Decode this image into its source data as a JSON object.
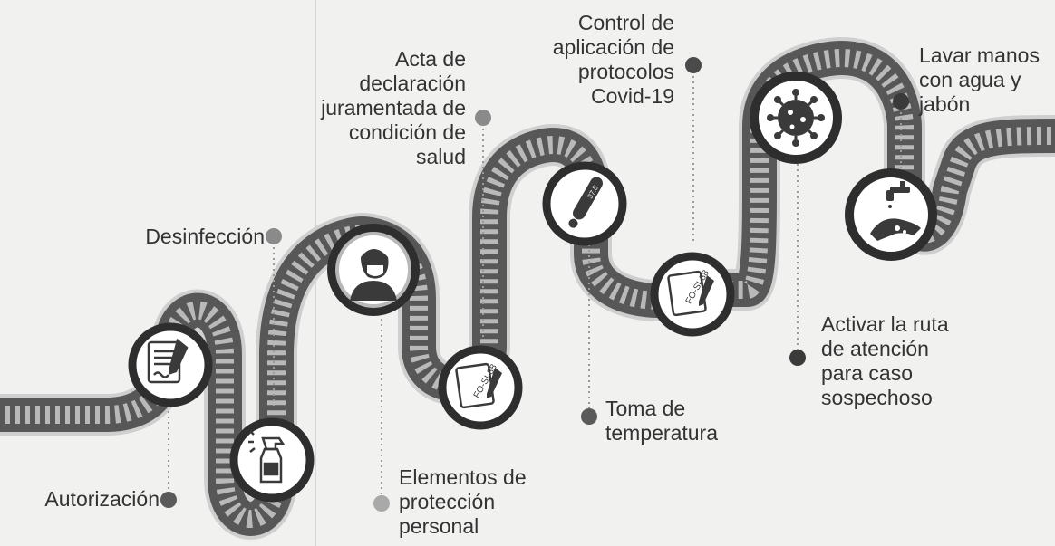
{
  "steps": [
    {
      "label": "Autorización",
      "icon": "document-pen-icon"
    },
    {
      "label": "Desinfección",
      "icon": "spray-bottle-icon"
    },
    {
      "label": "Elementos de\nprotección\npersonal",
      "icon": "masked-person-icon"
    },
    {
      "label": "Acta de\ndeclaración\njuramentada de\ncondición de\nsalud",
      "icon": "form-document-icon"
    },
    {
      "label": "Toma de\ntemperatura",
      "icon": "thermometer-icon"
    },
    {
      "label": "Control de\naplicación de\nprotocolos\nCovid-19",
      "icon": "form-document-icon"
    },
    {
      "label": "Activar la ruta\nde atención\npara caso\nsospechoso",
      "icon": "virus-icon"
    },
    {
      "label": "Lavar manos\ncon agua y\njabón",
      "icon": "hand-washing-icon"
    }
  ],
  "icon_texts": {
    "form_code": "FO-SI-88",
    "thermometer_text": "37.5"
  },
  "colors": {
    "road": "#575757",
    "road_edge": "#cfcfcf",
    "dashes": "#b9b9b9",
    "circle_ring": "#2e2e2e",
    "circle_fill": "#ffffff",
    "icon": "#3a3a3a",
    "dot": "#8a8a8a",
    "text": "#333333"
  }
}
